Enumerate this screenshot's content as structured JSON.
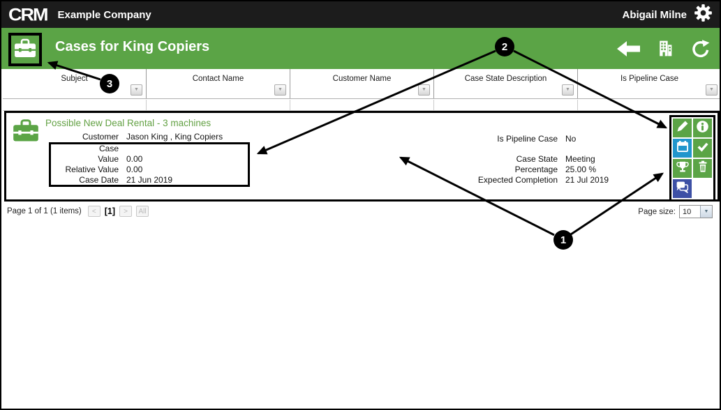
{
  "top_bar": {
    "logo": "CRM",
    "company": "Example Company",
    "user": "Abigail Milne"
  },
  "header": {
    "title": "Cases for King Copiers"
  },
  "table": {
    "columns": [
      "Subject",
      "Contact Name",
      "Customer Name",
      "Case State Description",
      "Is Pipeline Case"
    ]
  },
  "record": {
    "title": "Possible New Deal Rental - 3 machines",
    "left_fields": [
      {
        "label": "Customer",
        "value": "Jason King , King Copiers"
      },
      {
        "label": "Case",
        "value": ""
      },
      {
        "label": "Value",
        "value": "0.00"
      },
      {
        "label": "Relative Value",
        "value": "0.00"
      },
      {
        "label": "Case Date",
        "value": "21 Jun 2019"
      }
    ],
    "right_fields": [
      {
        "label": "Is Pipeline Case",
        "value": "No"
      },
      {
        "label": "Case State",
        "value": "Meeting"
      },
      {
        "label": "Percentage",
        "value": "25.00 %"
      },
      {
        "label": "Expected Completion",
        "value": "21 Jul 2019"
      }
    ]
  },
  "pagination": {
    "summary": "Page 1 of 1 (1 items)",
    "prev": "<",
    "current": "[1]",
    "next": ">",
    "all": "All",
    "page_size_label": "Page size:",
    "page_size_value": "10"
  },
  "icons": {
    "dropdown_glyph": "▼"
  },
  "annotations": {
    "callout_1": "1",
    "callout_2": "2",
    "callout_3": "3"
  },
  "colors": {
    "green": "#5ba446",
    "calendar_blue": "#2196cc",
    "chat_indigo": "#3d50a5",
    "top_bar": "#1c1c1c",
    "record_title_green": "#63a144"
  }
}
